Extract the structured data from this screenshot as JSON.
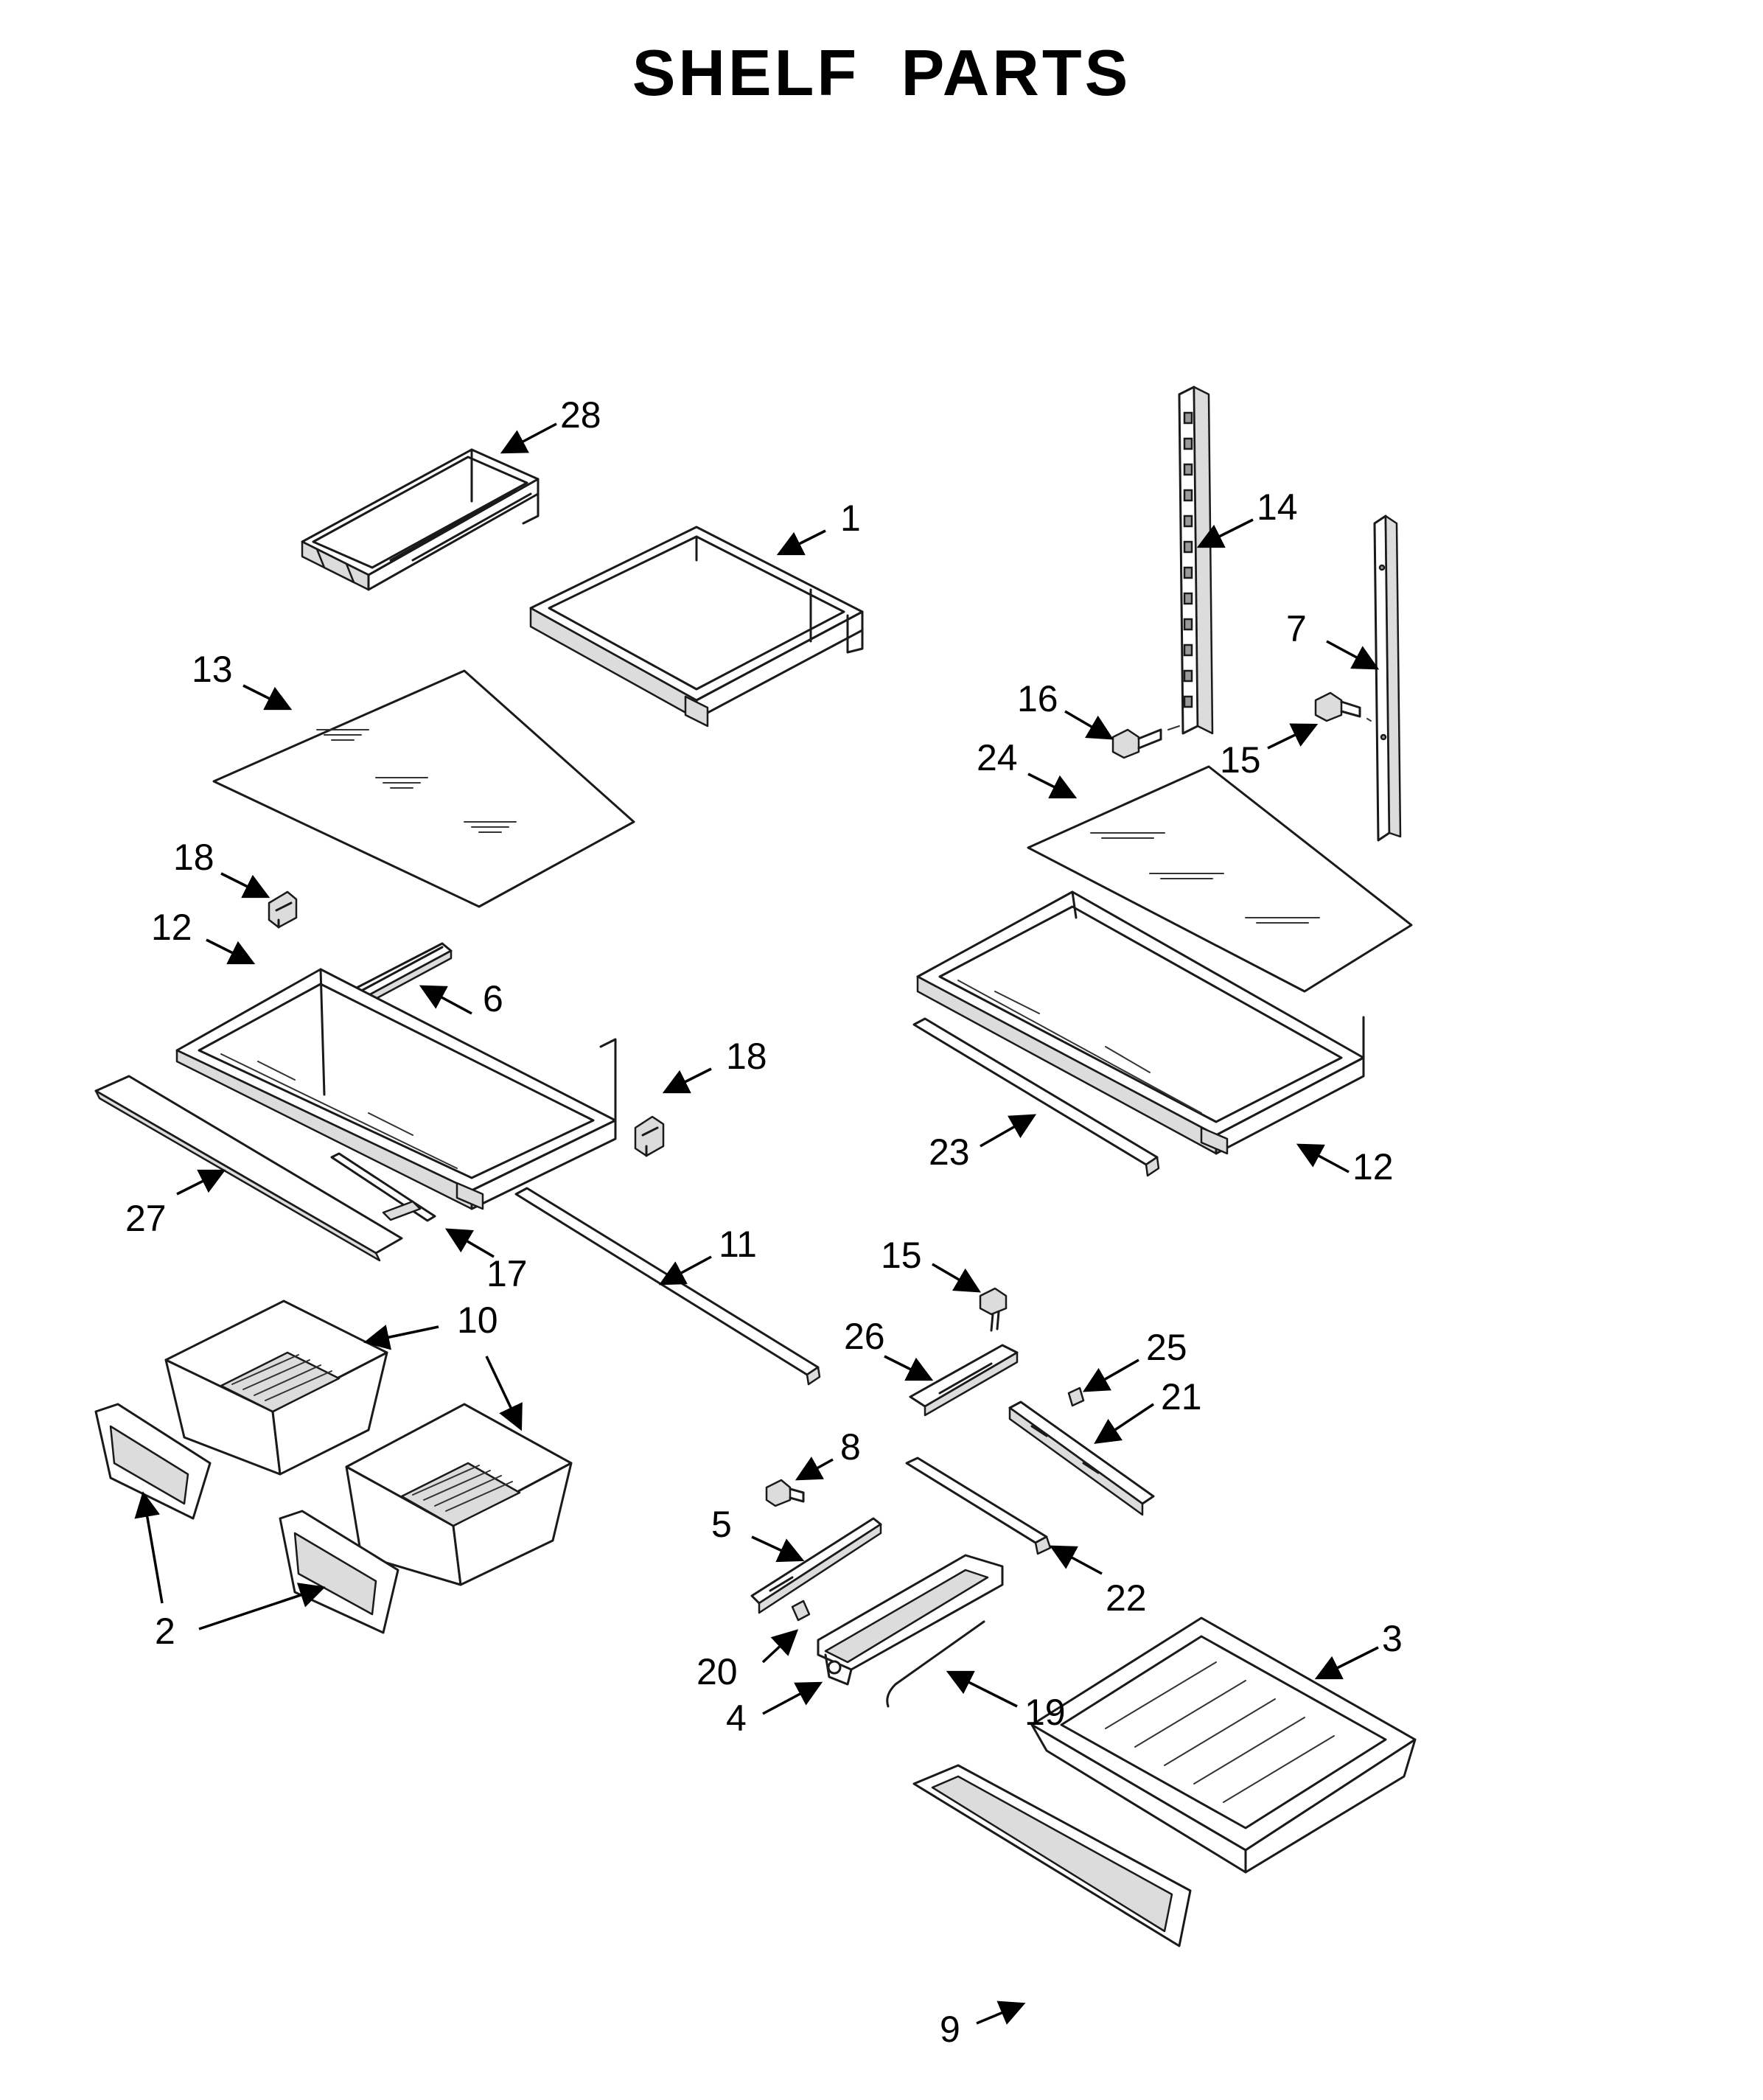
{
  "title": "SHELF PARTS",
  "callouts": [
    {
      "label": "28"
    },
    {
      "label": "1"
    },
    {
      "label": "14"
    },
    {
      "label": "7"
    },
    {
      "label": "13"
    },
    {
      "label": "16"
    },
    {
      "label": "15"
    },
    {
      "label": "24"
    },
    {
      "label": "18"
    },
    {
      "label": "12"
    },
    {
      "label": "6"
    },
    {
      "label": "18"
    },
    {
      "label": "23"
    },
    {
      "label": "12"
    },
    {
      "label": "27"
    },
    {
      "label": "17"
    },
    {
      "label": "11"
    },
    {
      "label": "15"
    },
    {
      "label": "10"
    },
    {
      "label": "26"
    },
    {
      "label": "25"
    },
    {
      "label": "21"
    },
    {
      "label": "8"
    },
    {
      "label": "5"
    },
    {
      "label": "22"
    },
    {
      "label": "2"
    },
    {
      "label": "3"
    },
    {
      "label": "20"
    },
    {
      "label": "4"
    },
    {
      "label": "19"
    },
    {
      "label": "9"
    }
  ]
}
